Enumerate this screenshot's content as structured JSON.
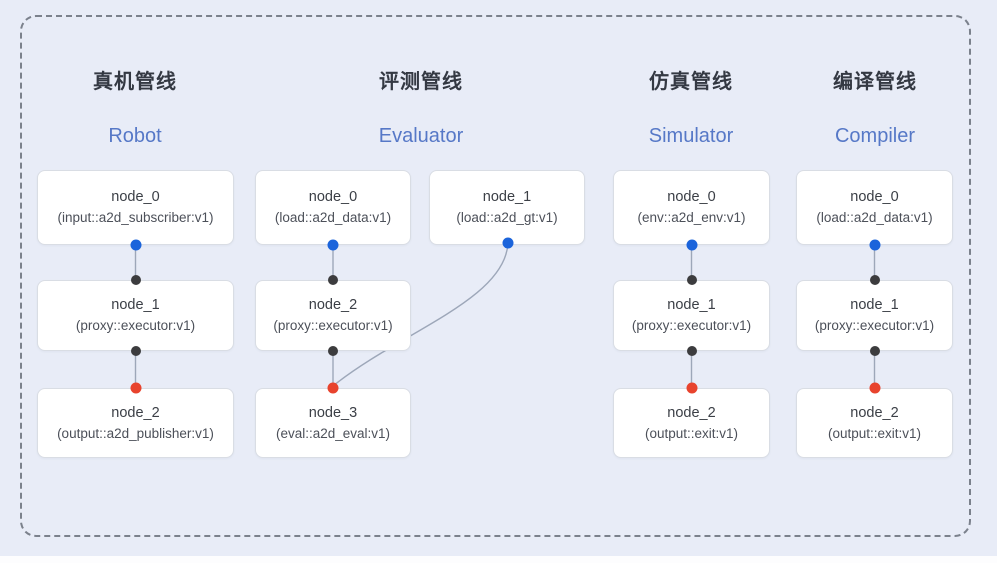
{
  "diagram": {
    "pipelines": [
      {
        "title_zh": "真机管线",
        "title_en": "Robot",
        "nodes": [
          {
            "name": "node_0",
            "type": "(input::a2d_subscriber:v1)"
          },
          {
            "name": "node_1",
            "type": "(proxy::executor:v1)"
          },
          {
            "name": "node_2",
            "type": "(output::a2d_publisher:v1)"
          }
        ]
      },
      {
        "title_zh": "评测管线",
        "title_en": "Evaluator",
        "nodes": [
          {
            "name": "node_0",
            "type": "(load::a2d_data:v1)"
          },
          {
            "name": "node_1",
            "type": "(load::a2d_gt:v1)"
          },
          {
            "name": "node_2",
            "type": "(proxy::executor:v1)"
          },
          {
            "name": "node_3",
            "type": "(eval::a2d_eval:v1)"
          }
        ]
      },
      {
        "title_zh": "仿真管线",
        "title_en": "Simulator",
        "nodes": [
          {
            "name": "node_0",
            "type": "(env::a2d_env:v1)"
          },
          {
            "name": "node_1",
            "type": "(proxy::executor:v1)"
          },
          {
            "name": "node_2",
            "type": "(output::exit:v1)"
          }
        ]
      },
      {
        "title_zh": "编译管线",
        "title_en": "Compiler",
        "nodes": [
          {
            "name": "node_0",
            "type": "(load::a2d_data:v1)"
          },
          {
            "name": "node_1",
            "type": "(proxy::executor:v1)"
          },
          {
            "name": "node_2",
            "type": "(output::exit:v1)"
          }
        ]
      }
    ],
    "edges": [
      {
        "from": "Robot node_0",
        "to": "Robot node_1"
      },
      {
        "from": "Robot node_1",
        "to": "Robot node_2"
      },
      {
        "from": "Evaluator node_0",
        "to": "Evaluator node_2"
      },
      {
        "from": "Evaluator node_1",
        "to": "Evaluator node_3"
      },
      {
        "from": "Evaluator node_2",
        "to": "Evaluator node_3"
      },
      {
        "from": "Simulator node_0",
        "to": "Simulator node_1"
      },
      {
        "from": "Simulator node_1",
        "to": "Simulator node_2"
      },
      {
        "from": "Compiler node_0",
        "to": "Compiler node_1"
      },
      {
        "from": "Compiler node_1",
        "to": "Compiler node_2"
      }
    ],
    "colors": {
      "background": "#E8ECF7",
      "dashed_border": "#7B818C",
      "node_border": "#D9DDE4",
      "edge_line": "#9DA7B9",
      "title_zh": "#343943",
      "title_en": "#5678C7",
      "port_source": "#1B64DB",
      "port_proxy": "#3C3C3E",
      "port_sink": "#E8432D"
    }
  }
}
